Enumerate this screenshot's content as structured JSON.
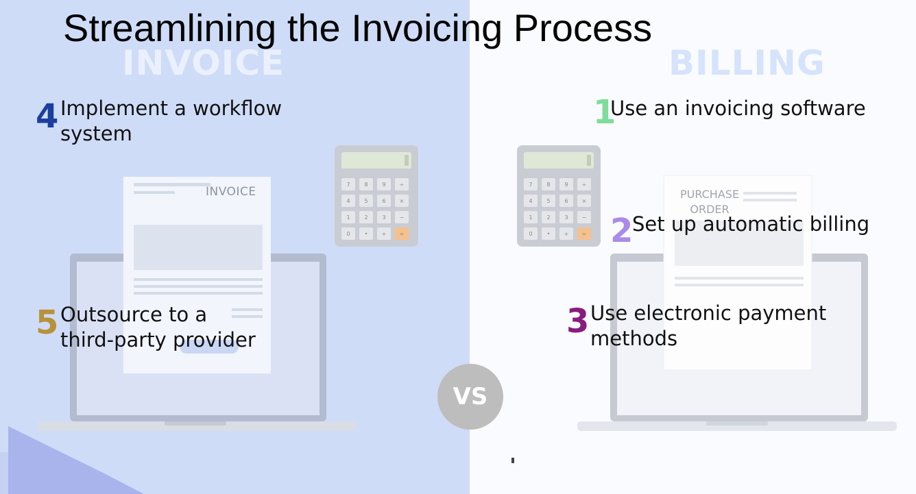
{
  "slide": {
    "title": "Streamlining the Invoicing Process",
    "vs_label": "VS"
  },
  "left": {
    "heading": "INVOICE",
    "document_label": "INVOICE",
    "items": [
      {
        "number": "4",
        "text_line1": "Implement a workflow",
        "text_line2": "system",
        "color": "#1b3f9e"
      },
      {
        "number": "5",
        "text_line1": "Outsource to a",
        "text_line2": "third-party provider",
        "color": "#b8923a"
      }
    ]
  },
  "right": {
    "heading": "BILLING",
    "document_label_line1": "PURCHASE",
    "document_label_line2": "ORDER",
    "items": [
      {
        "number": "1",
        "text_line1": "Use an invoicing software",
        "text_line2": "",
        "color": "#7fdc9a"
      },
      {
        "number": "2",
        "text_line1": "Set up automatic billing",
        "text_line2": "",
        "color": "#a98be8"
      },
      {
        "number": "3",
        "text_line1": "Use electronic payment",
        "text_line2": "methods",
        "color": "#8a1c7e"
      }
    ]
  },
  "calculator_keys": [
    "7",
    "8",
    "9",
    "÷",
    "4",
    "5",
    "6",
    "×",
    "1",
    "2",
    "3",
    "−",
    "0",
    "•",
    "+",
    "="
  ],
  "colors": {
    "left_bg": "#cfdcf8",
    "right_bg": "#fafbfe",
    "laptop_frame": "#9aa0ad",
    "accent_orange": "#f6c18c"
  }
}
